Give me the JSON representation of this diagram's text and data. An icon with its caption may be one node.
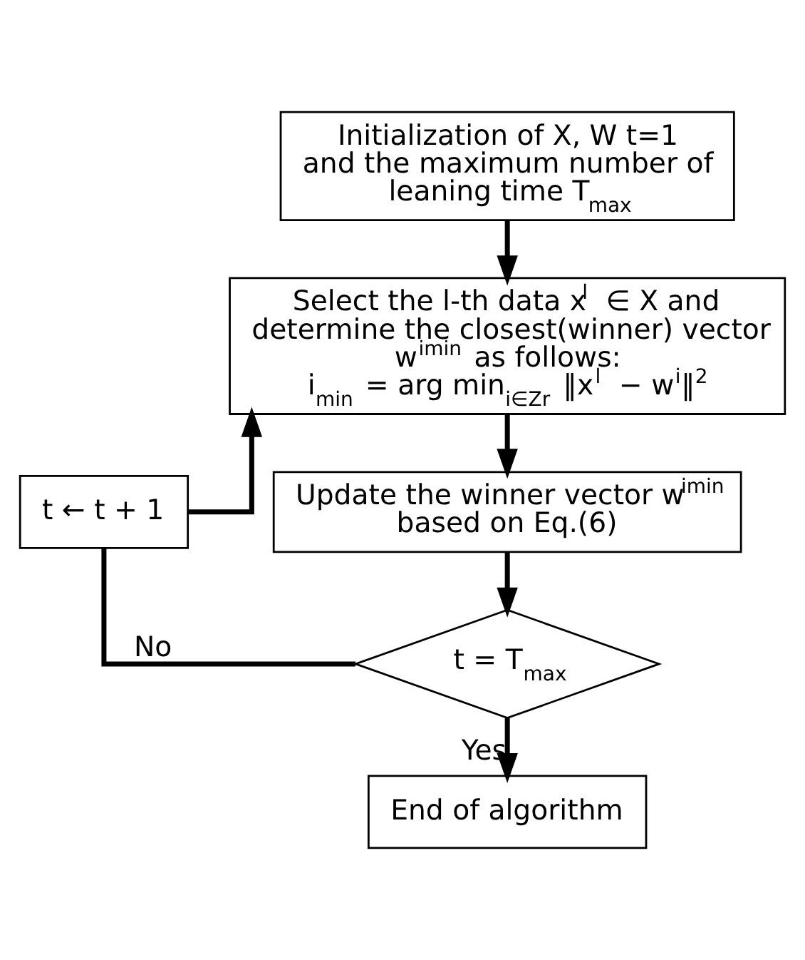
{
  "diagram": {
    "nodes": [
      {
        "text": [
          "Initialization of X, W t=1 and the maximum number of leaning time T$_{max}$"
        ]
      },
      {
        "text": [
          "Select the l-th data x$^{l}$ ∈ X and determine the closest(winner) vector w$^{imin}$ as follows:",
          "i$_{min}$ = arg min$_{i∈Zr}$ ‖x$^{l}$ − w$^{i}$‖$^{2}$"
        ]
      },
      {
        "text": [
          "Update the winner vector w$^{imin}$ based on Eq.(6)"
        ]
      },
      {
        "text": [
          "t = T$_{max}$"
        ]
      },
      {
        "text": [
          "End of algorithm"
        ]
      },
      {
        "text": [
          "t ← t + 1"
        ]
      }
    ],
    "edges": [
      {
        "from": 0,
        "to": 1,
        "arrow": "to"
      },
      {
        "from": 1,
        "to": 2,
        "arrow": "to"
      },
      {
        "from": 2,
        "to": 3,
        "arrow": "to"
      },
      {
        "from": 3,
        "to": 4,
        "arrow": "to",
        "label": "Yes"
      },
      {
        "from": 3,
        "to": 5,
        "arrow": "none",
        "label": "No"
      },
      {
        "from": 5,
        "to": 1,
        "arrow": "to"
      }
    ]
  }
}
